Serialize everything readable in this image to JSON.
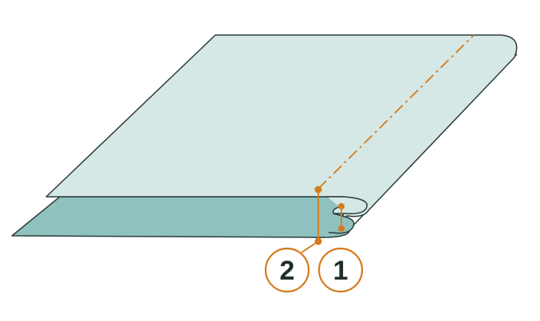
{
  "callouts": [
    {
      "id": "2",
      "label": "2"
    },
    {
      "id": "1",
      "label": "1"
    }
  ],
  "colors": {
    "top_panel_fill": "#d5e8e6",
    "bottom_panel_fill": "#8fc2bf",
    "outline": "#2c3b3b",
    "accent": "#d67a1a",
    "label_text": "#1f2d2d"
  }
}
